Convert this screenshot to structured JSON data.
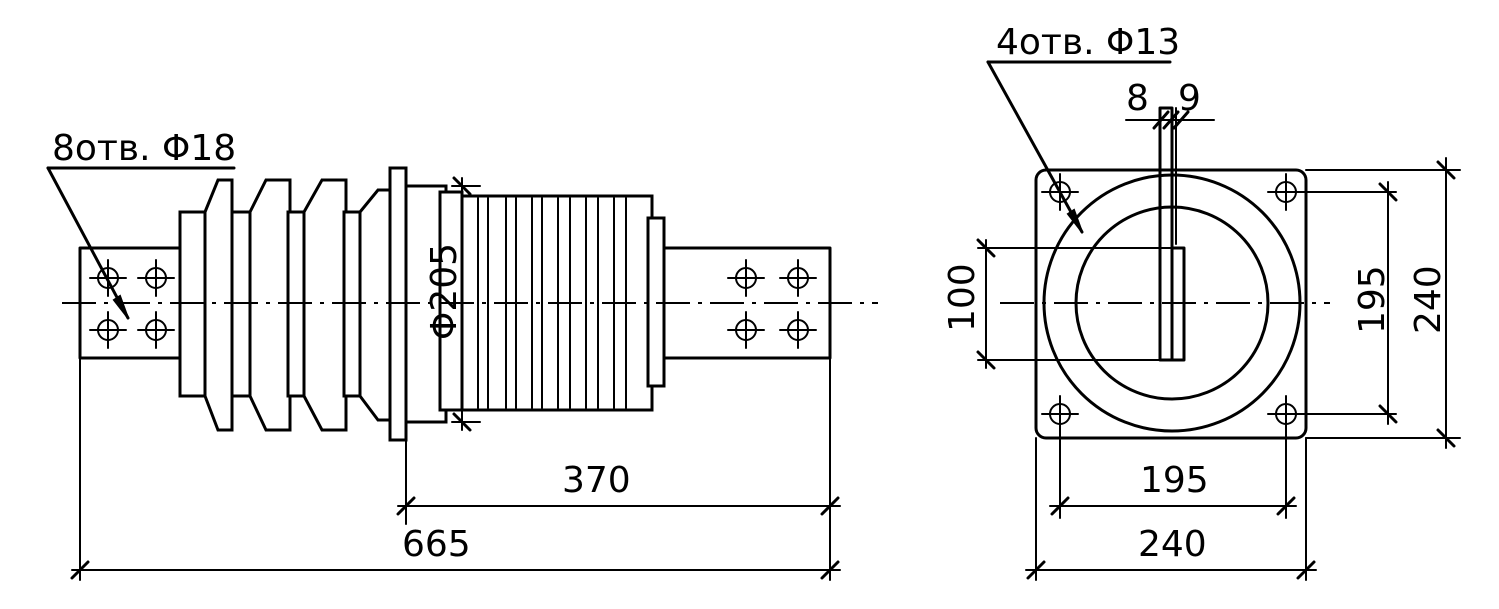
{
  "side_view": {
    "holes_label": "8отв. Φ18",
    "diameter_label": "Φ205",
    "dim_flange_to_end": "370",
    "dim_overall_length": "665"
  },
  "end_view": {
    "holes_label": "4отв. Φ13",
    "dim_bar_thickness_a": "8",
    "dim_bar_thickness_b": "9",
    "dim_bar_height": "100",
    "dim_hole_spacing_vertical": "195",
    "dim_flange_height": "240",
    "dim_hole_spacing_horizontal": "195",
    "dim_flange_width": "240"
  }
}
